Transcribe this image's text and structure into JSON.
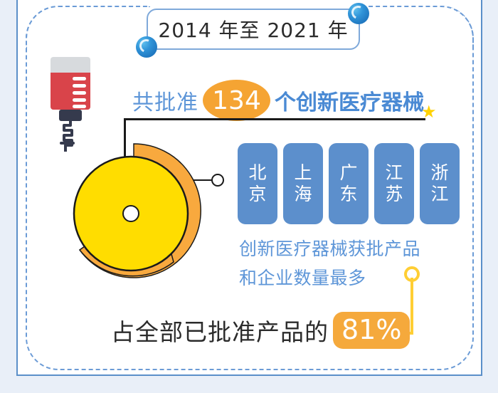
{
  "poster": {
    "title": "2014 年至 2021 年",
    "headline": {
      "prefix": "共批准",
      "count": "134",
      "suffix": "个创新医疗器械"
    },
    "provinces": [
      {
        "name": "province-beijing",
        "line1": "北",
        "line2": "京"
      },
      {
        "name": "province-shanghai",
        "line1": "上",
        "line2": "海"
      },
      {
        "name": "province-guangdong",
        "line1": "广",
        "line2": "东"
      },
      {
        "name": "province-jiangsu",
        "line1": "江",
        "line2": "苏"
      },
      {
        "name": "province-zhejiang",
        "line1": "浙",
        "line2": "江"
      }
    ],
    "subtext_line1": "创新医疗器械获批产品",
    "subtext_line2": "和企业数量最多",
    "bottom": {
      "text": "占全部已批准产品的",
      "percent": "81%"
    },
    "icons": {
      "star": "★",
      "iv_bag": "iv-blood-bag-icon",
      "donut": "pill-donut-chart-icon"
    },
    "colors": {
      "accent_blue": "#5b8fc9",
      "text_blue_light": "#5e96d8",
      "text_blue_bold": "#4a8ad4",
      "province_blue": "#5c8fcc",
      "orange": "#f5a433",
      "yellow": "#ffd200",
      "yellow_line": "#ffce34",
      "dark_text": "#2b2b2b",
      "page_bg": "#e9eff8",
      "blood_red": "#d9444a"
    }
  }
}
